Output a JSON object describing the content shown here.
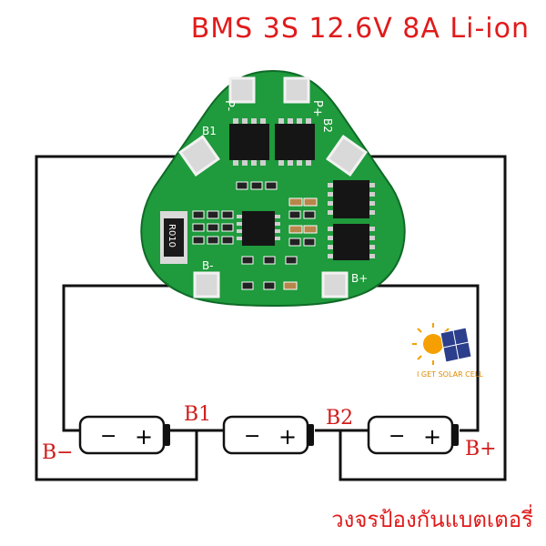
{
  "title": "BMS 3S 12.6V 8A Li-ion",
  "caption": "วงจรป้องกันแบตเตอรี่",
  "board": {
    "pads": {
      "p_minus": "P-",
      "p_plus": "P+",
      "b1": "B1",
      "b2": "B2",
      "b_minus": "B-",
      "b_plus": "B+"
    },
    "resistor_code": "R010"
  },
  "logo": {
    "text": "I GET SOLAR CELL"
  },
  "terminals": {
    "b_minus": "B−",
    "b1": "B1",
    "b2": "B2",
    "b_plus": "B+"
  },
  "cells": [
    {
      "minus": "−",
      "plus": "+"
    },
    {
      "minus": "−",
      "plus": "+"
    },
    {
      "minus": "−",
      "plus": "+"
    }
  ],
  "colors": {
    "title_red": "#e01b1b",
    "board_green": "#1f9a3c",
    "wire": "#111111"
  }
}
